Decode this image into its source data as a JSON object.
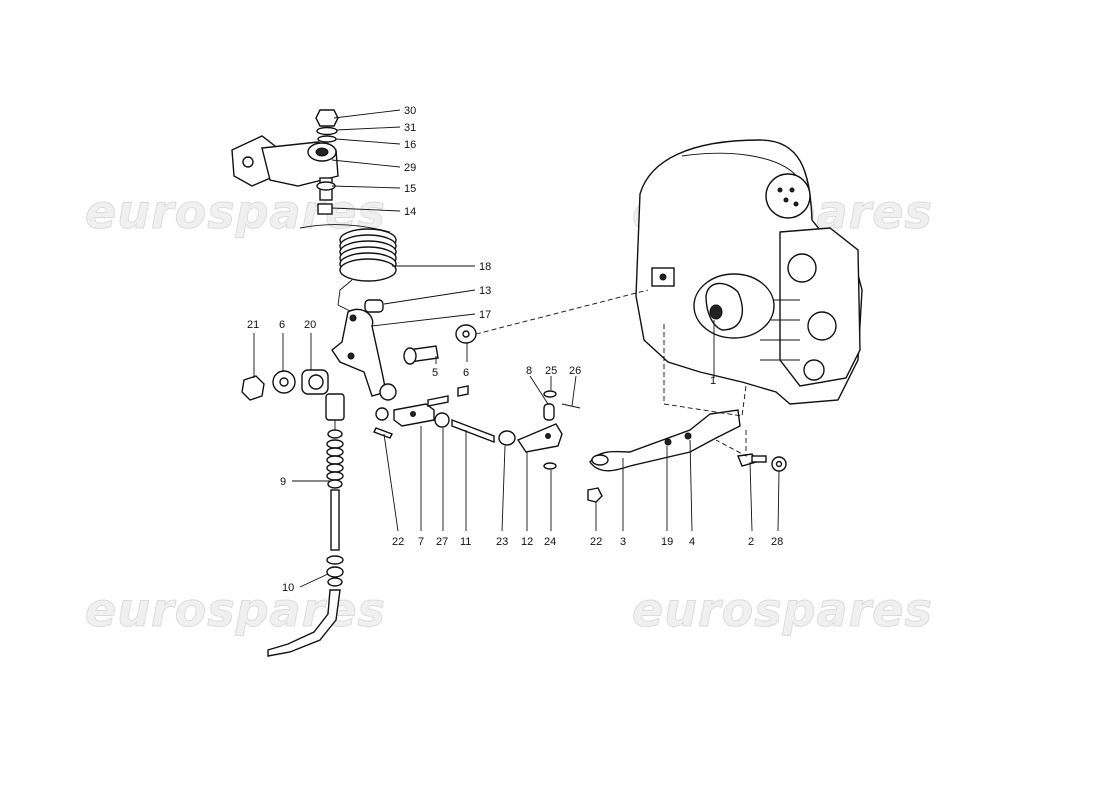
{
  "watermark": {
    "text": "eurospares"
  },
  "callouts": [
    {
      "id": "30",
      "label": "30"
    },
    {
      "id": "31",
      "label": "31"
    },
    {
      "id": "16",
      "label": "16"
    },
    {
      "id": "29",
      "label": "29"
    },
    {
      "id": "15",
      "label": "15"
    },
    {
      "id": "14",
      "label": "14"
    },
    {
      "id": "18",
      "label": "18"
    },
    {
      "id": "13",
      "label": "13"
    },
    {
      "id": "17",
      "label": "17"
    },
    {
      "id": "21",
      "label": "21"
    },
    {
      "id": "6a",
      "label": "6"
    },
    {
      "id": "20",
      "label": "20"
    },
    {
      "id": "5",
      "label": "5"
    },
    {
      "id": "6b",
      "label": "6"
    },
    {
      "id": "8",
      "label": "8"
    },
    {
      "id": "25",
      "label": "25"
    },
    {
      "id": "26",
      "label": "26"
    },
    {
      "id": "1",
      "label": "1"
    },
    {
      "id": "9",
      "label": "9"
    },
    {
      "id": "22a",
      "label": "22"
    },
    {
      "id": "7",
      "label": "7"
    },
    {
      "id": "27",
      "label": "27"
    },
    {
      "id": "11",
      "label": "11"
    },
    {
      "id": "23",
      "label": "23"
    },
    {
      "id": "12",
      "label": "12"
    },
    {
      "id": "24",
      "label": "24"
    },
    {
      "id": "22b",
      "label": "22"
    },
    {
      "id": "3",
      "label": "3"
    },
    {
      "id": "19",
      "label": "19"
    },
    {
      "id": "4",
      "label": "4"
    },
    {
      "id": "2",
      "label": "2"
    },
    {
      "id": "28",
      "label": "28"
    },
    {
      "id": "10",
      "label": "10"
    }
  ]
}
